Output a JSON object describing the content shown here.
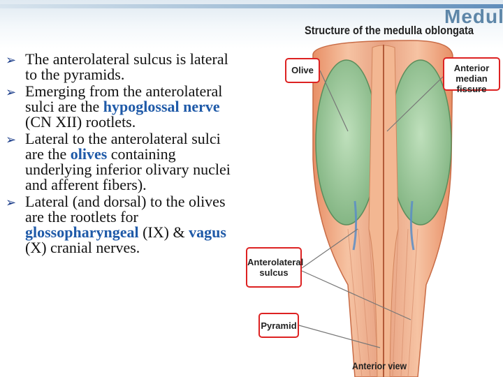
{
  "header": {
    "title_fragment": "Medulla"
  },
  "bullets": [
    {
      "parts": [
        {
          "text": "The anterolateral sulcus is lateral to the pyramids.",
          "kw": false
        }
      ]
    },
    {
      "parts": [
        {
          "text": "Emerging from the anterolateral sulci are the ",
          "kw": false
        },
        {
          "text": "hypoglossal nerve",
          "kw": true
        },
        {
          "text": " (CN XII) rootlets.",
          "kw": false
        }
      ]
    },
    {
      "parts": [
        {
          "text": "Lateral to the anterolateral sulci are the ",
          "kw": false
        },
        {
          "text": "olives",
          "kw": true
        },
        {
          "text": " containing underlying inferior olivary nuclei and afferent fibers).",
          "kw": false
        }
      ]
    },
    {
      "parts": [
        {
          "text": "Lateral (and dorsal) to the olives are the rootlets for ",
          "kw": false
        },
        {
          "text": "glossopharyngeal",
          "kw": true
        },
        {
          "text": " (IX) & ",
          "kw": false
        },
        {
          "text": "vagus",
          "kw": true
        },
        {
          "text": " (X) cranial nerves.",
          "kw": false
        }
      ]
    }
  ],
  "figure": {
    "title": "Structure of the medulla oblongata",
    "labels": {
      "olive": "Olive",
      "fissure_line1": "Anterior",
      "fissure_line2": "median fissure",
      "anterolateral_line1": "Anterolateral",
      "anterolateral_line2": "sulcus",
      "pyramid": "Pyramid"
    },
    "caption": "Anterior view"
  },
  "colors": {
    "keyword": "#1f5aa8",
    "label_border": "#d22",
    "tissue": "#f0b08a",
    "olive": "#9cc79a"
  }
}
